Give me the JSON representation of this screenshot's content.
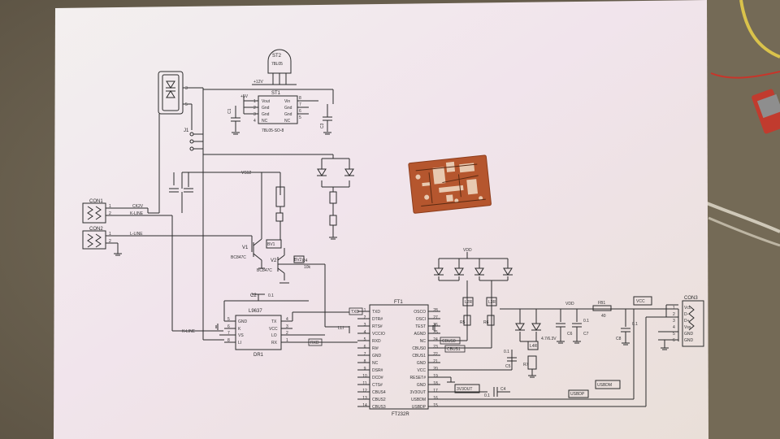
{
  "photo": {
    "description_colors": {
      "desk": "#6f6552",
      "paper": "#efe7ec",
      "ink": "#2b2b2b",
      "pcb": "#b5562e",
      "wire_yellow": "#e0c84a",
      "wire_red": "#c8352a"
    }
  },
  "schematic": {
    "regulator": {
      "ref": "ST1",
      "part": "78L05-SO-8",
      "pins_left": [
        "Vout",
        "Gnd",
        "Gnd",
        "NC"
      ],
      "pins_right": [
        "Vin",
        "Gnd",
        "Gnd",
        "NC"
      ],
      "nums_left": [
        "1",
        "2",
        "3",
        "4"
      ],
      "nums_right": [
        "8",
        "7",
        "6",
        "5"
      ]
    },
    "regulator_top": {
      "ref": "ST2",
      "part": "78L05"
    },
    "supply_labels": {
      "plus5": "+5V",
      "plus12": "+12V"
    },
    "caps_top": {
      "c1": "C1",
      "c3": "C3"
    },
    "connector_j1": "J1",
    "opto_pins": [
      "3",
      "5"
    ],
    "vs12": "VS12",
    "conn1": {
      "ref": "CON1",
      "pins": [
        "1",
        "2"
      ],
      "net1": "CK2V",
      "net2": "K-LINE"
    },
    "conn2": {
      "ref": "CON2",
      "pins": [
        "1",
        "2"
      ],
      "net1": "L-LINE"
    },
    "transistors": {
      "v1": "V1",
      "v1_part": "BC847C",
      "v2": "V2",
      "v2_part": "BC847C"
    },
    "misc_refs": {
      "bv1": "BV1",
      "r4": "R4",
      "r4_val": "10k",
      "bv2": "BV2"
    },
    "driver": {
      "ref": "DR1",
      "part": "L9637",
      "pins_left": [
        "GND",
        "K",
        "VS",
        "LI"
      ],
      "pins_right": [
        "TX",
        "VCC",
        "LO",
        "RX"
      ],
      "nums_left": [
        "5",
        "6",
        "7",
        "8"
      ],
      "nums_right": [
        "4",
        "3",
        "2",
        "1"
      ],
      "c2": "C2",
      "c2_val": "0.1",
      "kline": "K-LINE",
      "vs12": "VS12"
    },
    "ft232": {
      "ref": "FT1",
      "part": "FT232R",
      "pins_left": [
        "TXD",
        "DTR#",
        "RTS#",
        "VCCIO",
        "RXD",
        "RI#",
        "GND",
        "NC",
        "DSR#",
        "DCD#",
        "CTS#",
        "CBUS4",
        "CBUS2",
        "CBUS3"
      ],
      "nums_left": [
        "1",
        "2",
        "3",
        "4",
        "5",
        "6",
        "7",
        "8",
        "9",
        "10",
        "11",
        "12",
        "13",
        "14"
      ],
      "pins_right": [
        "OSCO",
        "OSCI",
        "TEST",
        "AGND",
        "NC",
        "CBUS0",
        "CBUS1",
        "GND",
        "VCC",
        "RESET#",
        "GND",
        "3V3OUT",
        "USBDM",
        "USBDP"
      ],
      "nums_right": [
        "28",
        "27",
        "26",
        "25",
        "24",
        "23",
        "22",
        "21",
        "20",
        "19",
        "18",
        "17",
        "16",
        "15"
      ]
    },
    "nets": {
      "txd": "TXD",
      "rxd": "RXD",
      "lli": "LLI",
      "cbus0": "CBUS0",
      "cbus1": "CBUS1",
      "v3out": "3V3OUT",
      "usbdm": "USBDM",
      "usbdp": "USBDP",
      "vdd": "VDD",
      "vcc": "VCC"
    },
    "leds": {
      "l2r": "L2R",
      "l3r": "L3R",
      "l4r": "L4R",
      "r5": "R5",
      "r6": "R6",
      "r7": "R7",
      "c4": "C4",
      "c4_val": "0.1",
      "c5": "C5",
      "c6": "C6",
      "c7": "C7",
      "c7_val": "0.1",
      "c8": "C8",
      "c8_val": "0.1",
      "c9": "C9",
      "c9_val": "4.7/6.3V",
      "fb1": "FB1",
      "fb1_val": "40",
      "c5_val": "0.1"
    },
    "usb": {
      "ref": "CON3",
      "pins": [
        "Vcc",
        "D-",
        "D+",
        "Vss",
        "GND",
        "GND"
      ],
      "nums": [
        "1",
        "2",
        "3",
        "4",
        "5",
        "6"
      ]
    }
  }
}
